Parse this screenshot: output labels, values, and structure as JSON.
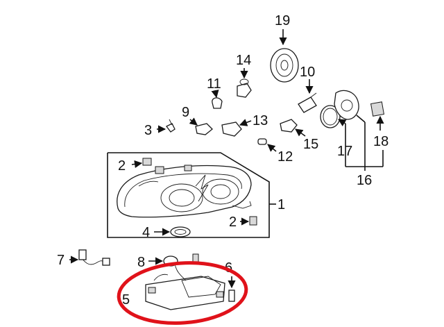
{
  "diagram": {
    "highlight_color": "#e0121a",
    "ink_color": "#111111",
    "labels": {
      "l1": "1",
      "l2a": "2",
      "l2b": "2",
      "l3": "3",
      "l4": "4",
      "l5": "5",
      "l6": "6",
      "l7": "7",
      "l8": "8",
      "l9": "9",
      "l10": "10",
      "l11": "11",
      "l12": "12",
      "l13": "13",
      "l14": "14",
      "l15": "15",
      "l16": "16",
      "l17": "17",
      "l18": "18",
      "l19": "19"
    }
  }
}
